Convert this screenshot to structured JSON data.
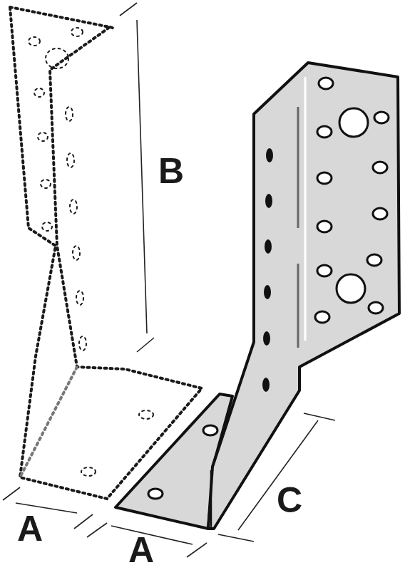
{
  "diagram": {
    "labels": [
      "B",
      "C",
      "A",
      "A"
    ]
  }
}
